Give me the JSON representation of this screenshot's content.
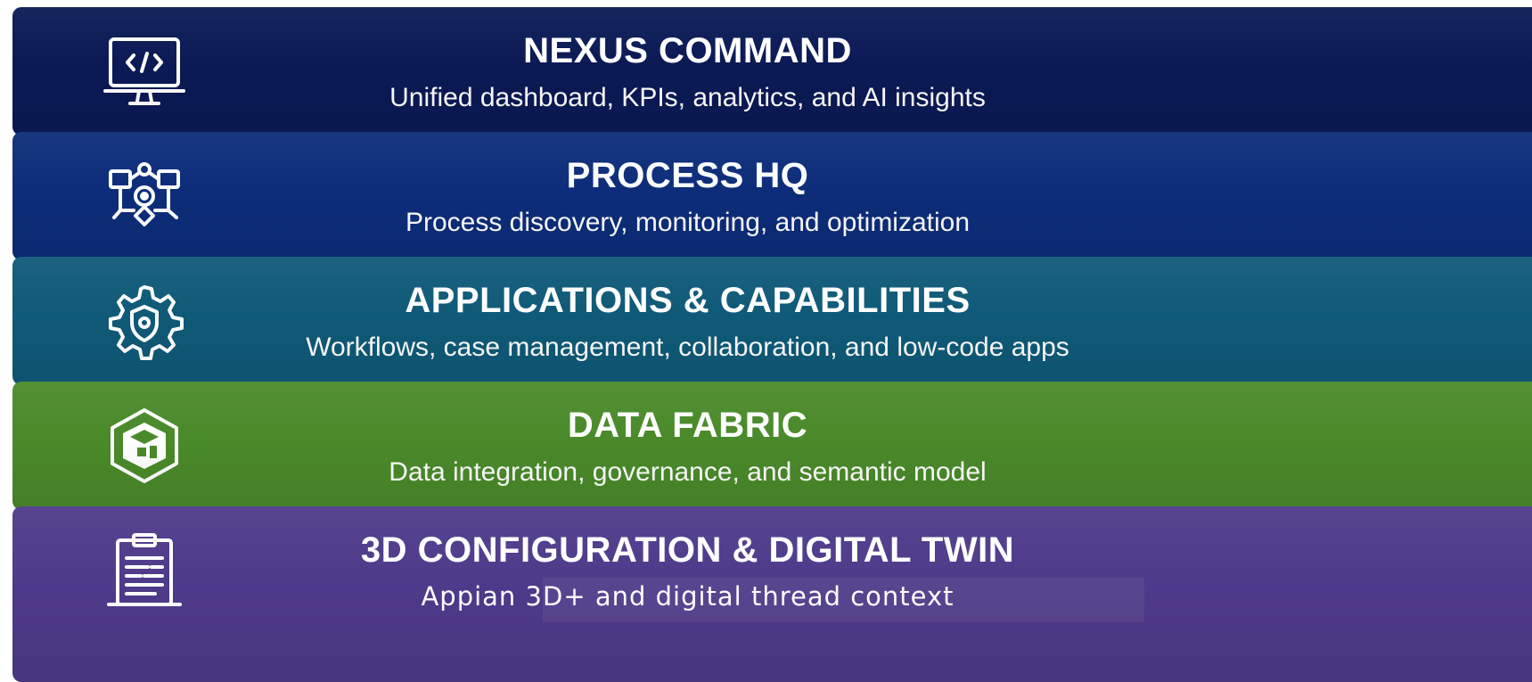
{
  "layers": [
    {
      "title": "NEXUS COMMAND",
      "subtitle": "Unified dashboard, KPIs, analytics, and AI insights",
      "icon": "monitor-code-icon",
      "color": "#0b1a55"
    },
    {
      "title": "PROCESS HQ",
      "subtitle": "Process discovery, monitoring, and optimization",
      "icon": "process-flow-icon",
      "color": "#0d2d7a"
    },
    {
      "title": "APPLICATIONS & CAPABILITIES",
      "subtitle": "Workflows, case management, collaboration, and low-code apps",
      "icon": "gear-shield-icon",
      "color": "#0f5a78"
    },
    {
      "title": "DATA FABRIC",
      "subtitle": "Data integration, governance, and semantic model",
      "icon": "data-cube-icon",
      "color": "#4a8a2a"
    },
    {
      "title": "3D CONFIGURATION & DIGITAL TWIN",
      "subtitle": "Appian 3D+ and digital thread context",
      "icon": "clipboard-blueprint-icon",
      "color": "#4e3a8a"
    }
  ]
}
